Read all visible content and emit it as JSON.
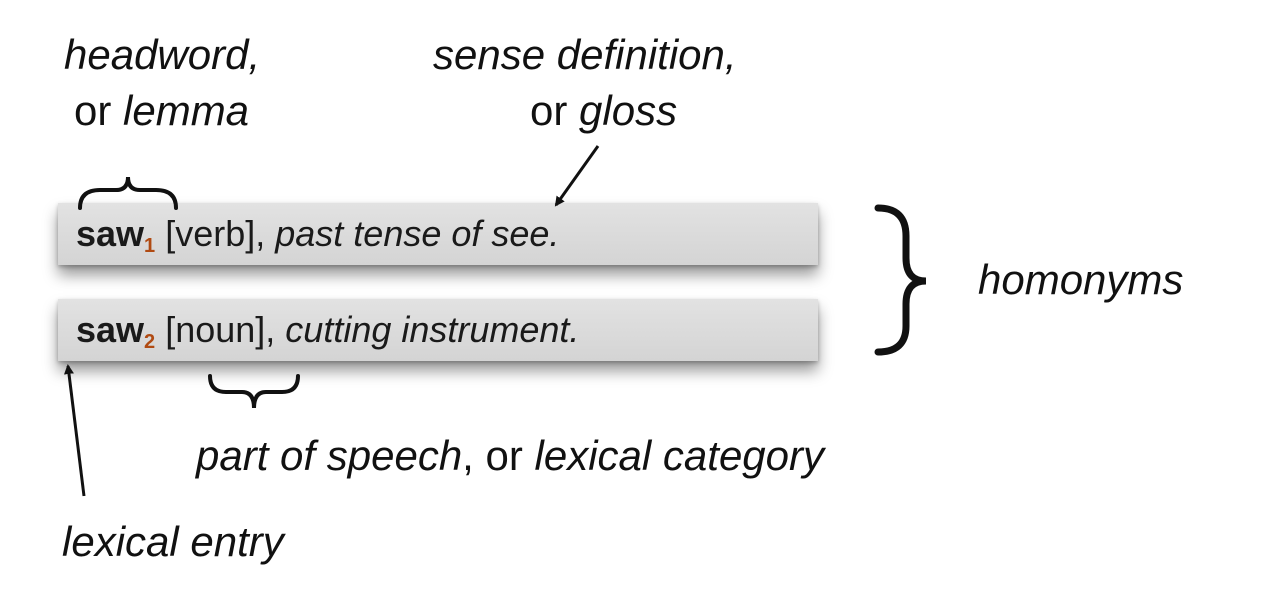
{
  "labels": {
    "headword_a": "headword,",
    "headword_or": "or ",
    "headword_b": "lemma",
    "sense_a": "sense definition,",
    "sense_or": "or ",
    "sense_b": "gloss",
    "homonyms": "homonyms",
    "pos_a": "part of speech",
    "pos_or": ", or ",
    "pos_b": "lexical category",
    "entry": "lexical entry"
  },
  "entries": [
    {
      "headword": "saw",
      "index": "1",
      "pos": "[verb],",
      "gloss": "past tense of see."
    },
    {
      "headword": "saw",
      "index": "2",
      "pos": "[noun],",
      "gloss": "cutting instrument."
    }
  ]
}
